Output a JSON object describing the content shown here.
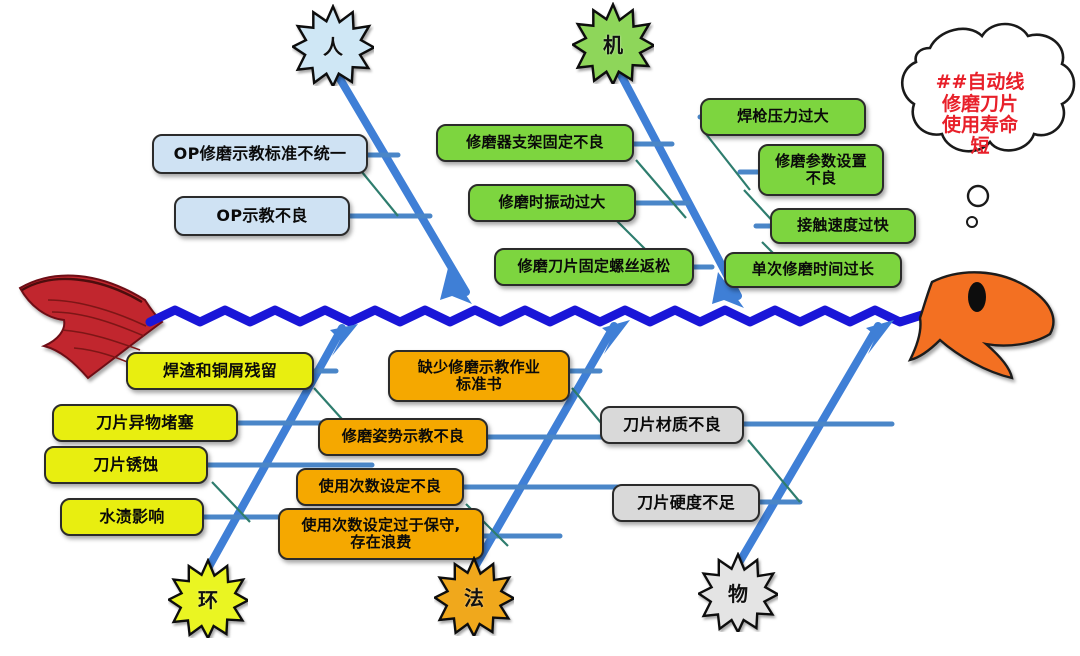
{
  "diagram": {
    "type": "fishbone-ishikawa",
    "title_problem": "##自动线\n修磨刀片\n使用寿命\n短",
    "spine_color": "#1a16d8",
    "branch_color": "#3f7fd6",
    "connector_color": "#2e7d6e",
    "background": "#ffffff",
    "fish_head_color": "#f36f21",
    "fish_tail_color": "#c1272d"
  },
  "categories": [
    {
      "id": "man",
      "label": "人",
      "star_fill": "#cfe7f5",
      "position": "top-left"
    },
    {
      "id": "machine",
      "label": "机",
      "star_fill": "#8ed65a",
      "position": "top-right"
    },
    {
      "id": "env",
      "label": "环",
      "star_fill": "#eaf522",
      "position": "bottom-left"
    },
    {
      "id": "method",
      "label": "法",
      "star_fill": "#f0a81b",
      "position": "bottom-mid"
    },
    {
      "id": "material",
      "label": "物",
      "star_fill": "#e4e4e4",
      "position": "bottom-right"
    }
  ],
  "causes": {
    "man": [
      {
        "text": "OP修磨示教标准不统一",
        "color": "blue"
      },
      {
        "text": "OP示教不良",
        "color": "blue"
      }
    ],
    "machine_left": [
      {
        "text": "修磨器支架固定不良",
        "color": "green"
      },
      {
        "text": "修磨时振动过大",
        "color": "green"
      },
      {
        "text": "修磨刀片固定螺丝返松",
        "color": "green"
      }
    ],
    "machine_right": [
      {
        "text": "焊枪压力过大",
        "color": "green"
      },
      {
        "text": "修磨参数设置\n不良",
        "color": "green"
      },
      {
        "text": "接触速度过快",
        "color": "green"
      },
      {
        "text": "单次修磨时间过长",
        "color": "green"
      }
    ],
    "env": [
      {
        "text": "焊渣和铜屑残留",
        "color": "yellow"
      },
      {
        "text": "刀片异物堵塞",
        "color": "yellow"
      },
      {
        "text": "刀片锈蚀",
        "color": "yellow"
      },
      {
        "text": "水渍影响",
        "color": "yellow"
      }
    ],
    "method": [
      {
        "text": "缺少修磨示教作业\n标准书",
        "color": "orange"
      },
      {
        "text": "修磨姿势示教不良",
        "color": "orange"
      },
      {
        "text": "使用次数设定不良",
        "color": "orange"
      },
      {
        "text": "使用次数设定过于保守,\n存在浪费",
        "color": "orange"
      }
    ],
    "material": [
      {
        "text": "刀片材质不良",
        "color": "gray"
      },
      {
        "text": "刀片硬度不足",
        "color": "gray"
      }
    ]
  }
}
